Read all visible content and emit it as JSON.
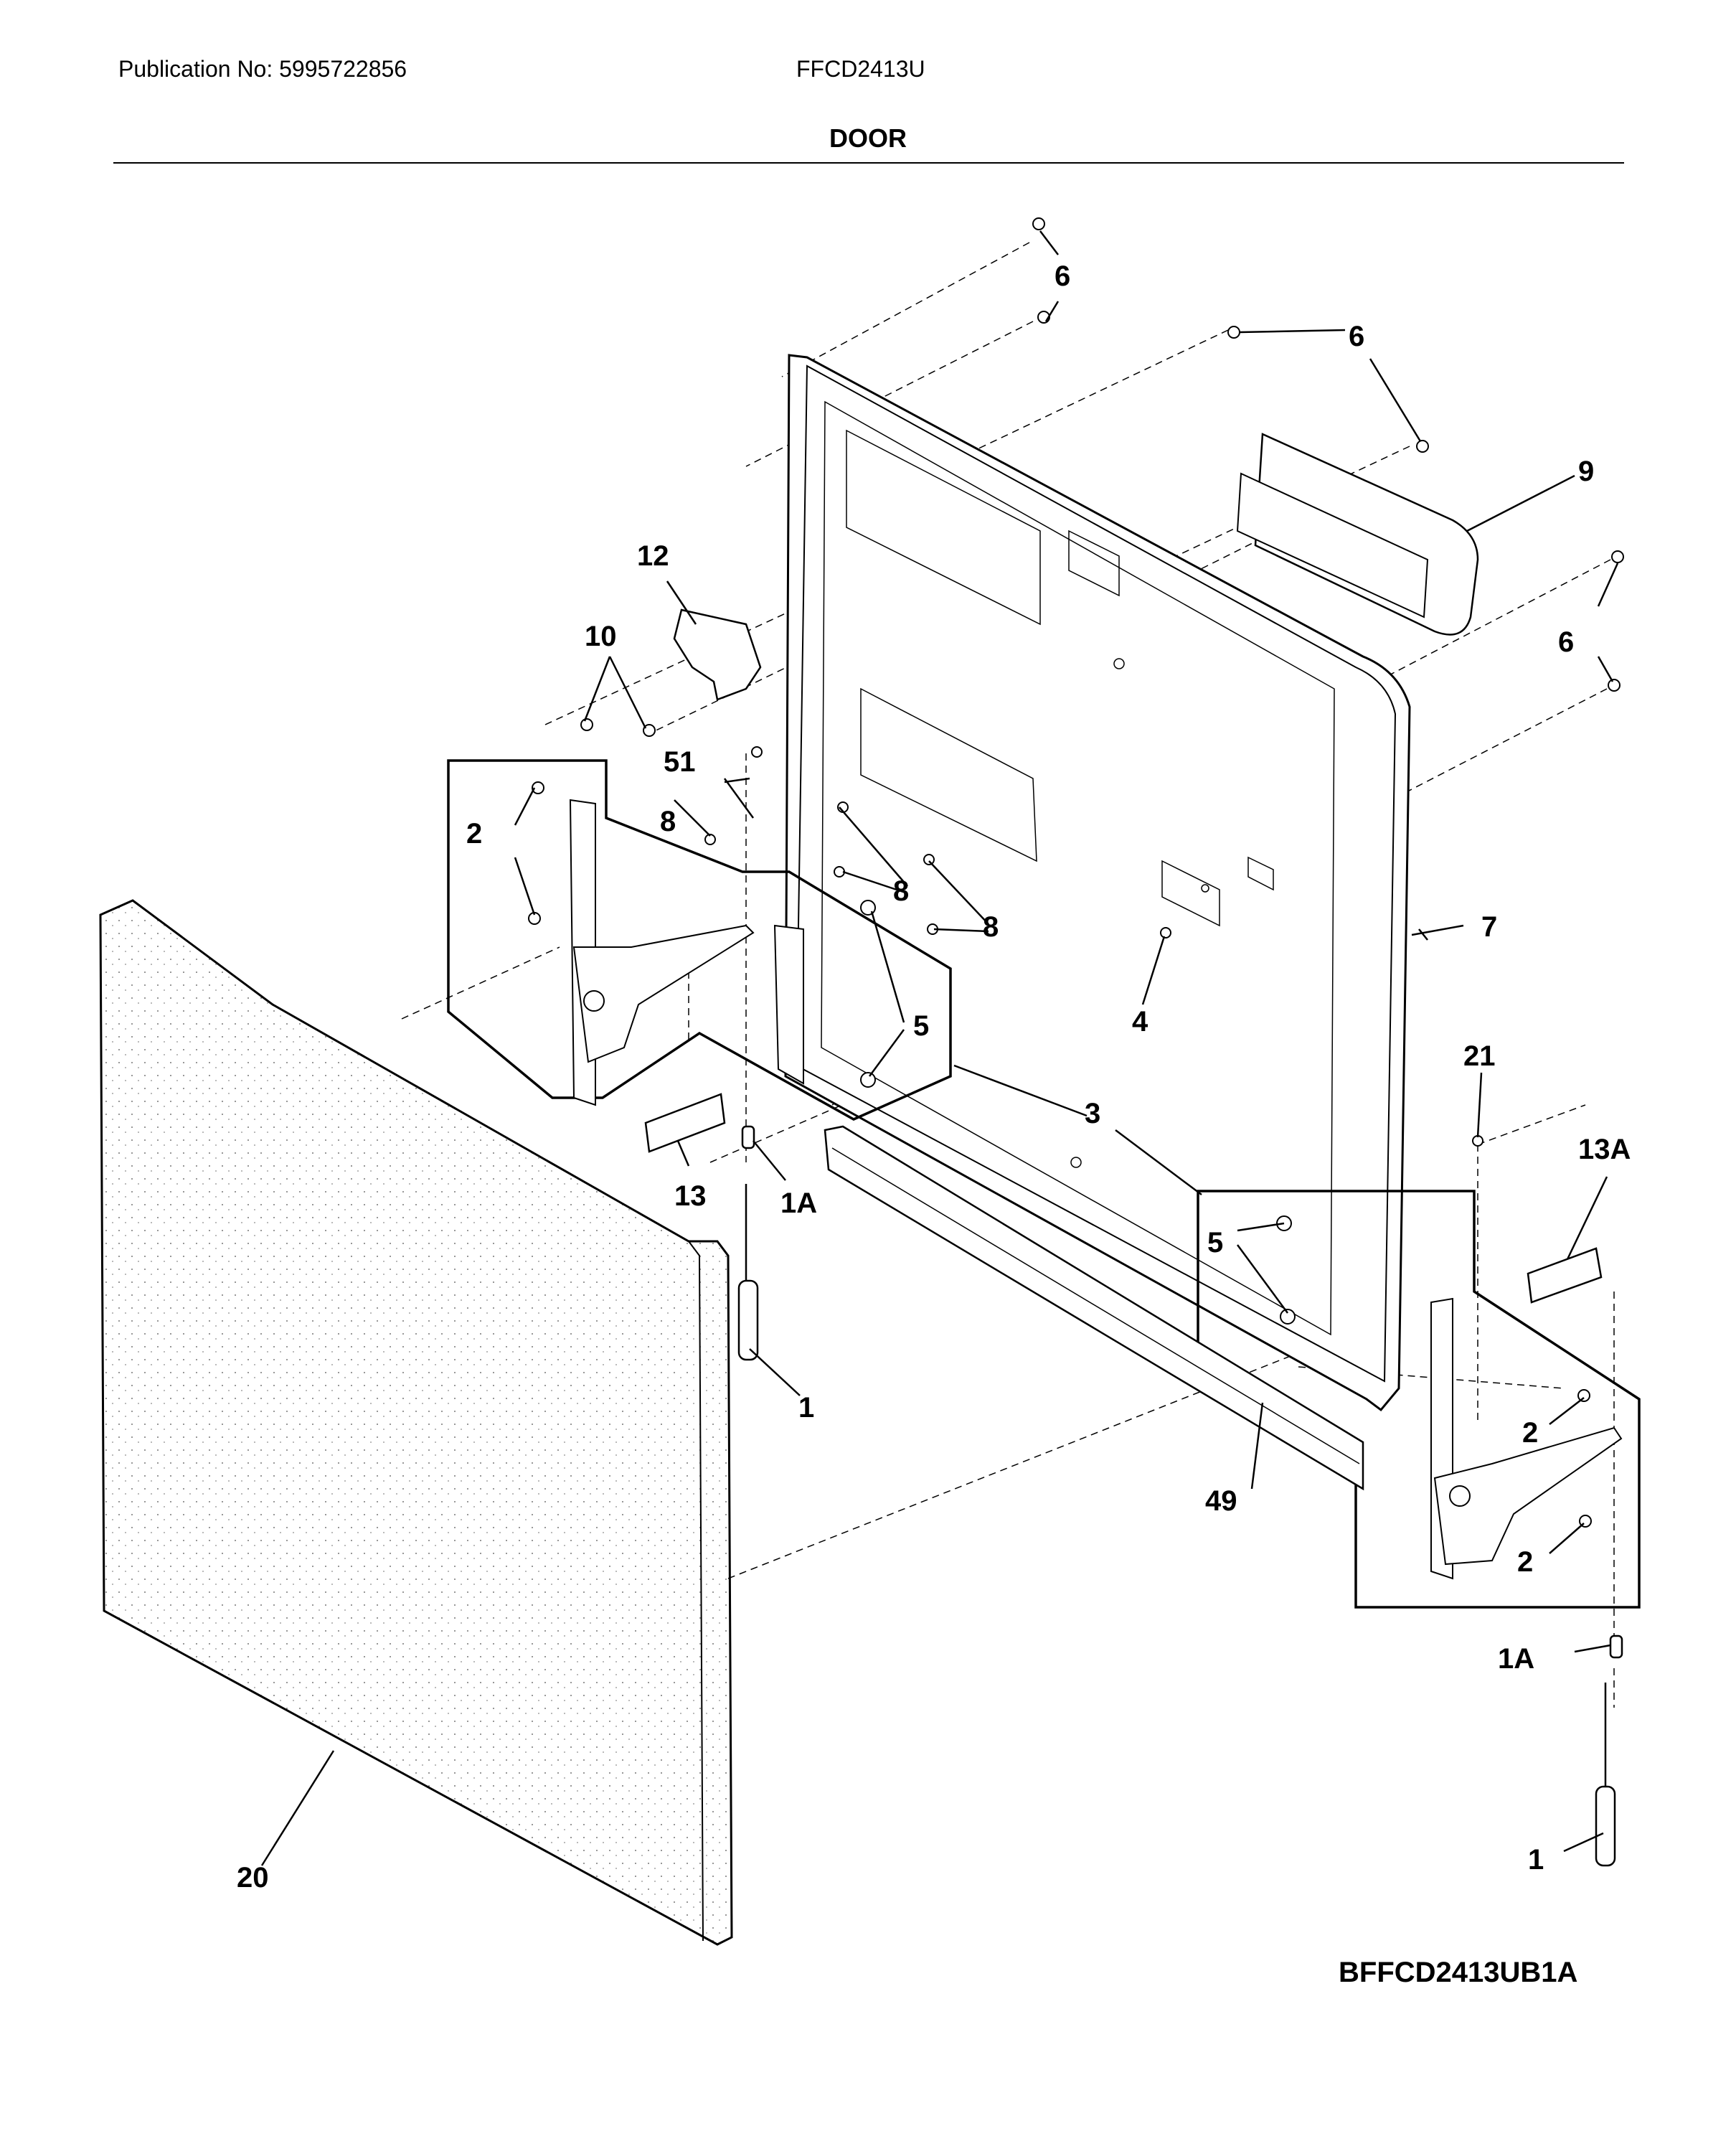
{
  "header": {
    "publication": "Publication No: 5995722856",
    "model": "FFCD2413U",
    "section": "DOOR"
  },
  "footer": {
    "figure_id": "BFFCD2413UB1A"
  },
  "callouts": {
    "c1a": "1",
    "c1b": "1",
    "c1Aa": "1A",
    "c1Ab": "1A",
    "c2a": "2",
    "c2b": "2",
    "c2c": "2",
    "c3": "3",
    "c4": "4",
    "c5a": "5",
    "c5b": "5",
    "c6a": "6",
    "c6b": "6",
    "c6c": "6",
    "c7": "7",
    "c8a": "8",
    "c8b": "8",
    "c8c": "8",
    "c9": "9",
    "c10": "10",
    "c12": "12",
    "c13": "13",
    "c13A": "13A",
    "c20": "20",
    "c21": "21",
    "c49": "49",
    "c51": "51"
  }
}
